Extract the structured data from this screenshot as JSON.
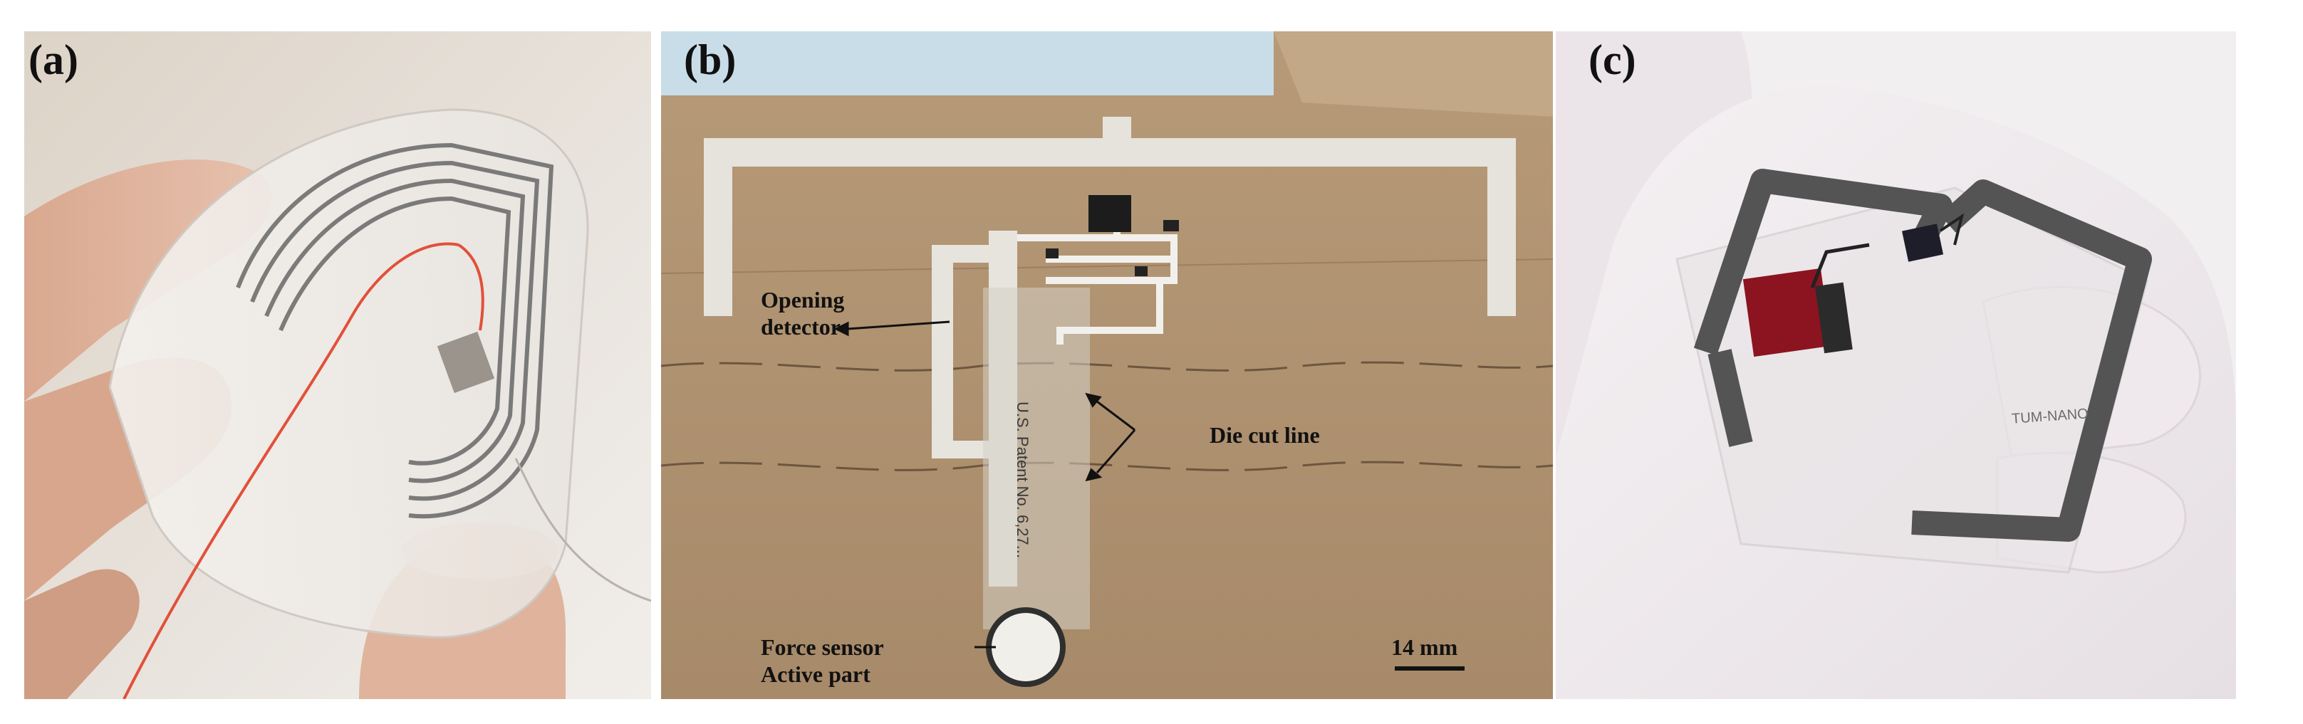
{
  "panels": [
    {
      "label": "(a)"
    },
    {
      "label": "(b)"
    },
    {
      "label": "(c)"
    }
  ],
  "annotations": {
    "opening_detector": [
      "Opening",
      "detector"
    ],
    "die_cut_line": "Die cut line",
    "force_sensor": [
      "Force sensor",
      "Active part"
    ],
    "scale_bar": "14 mm"
  },
  "sticker_text": {
    "patent": "U.S. Patent No. 6,27...",
    "brand": "TUM-NANO"
  }
}
